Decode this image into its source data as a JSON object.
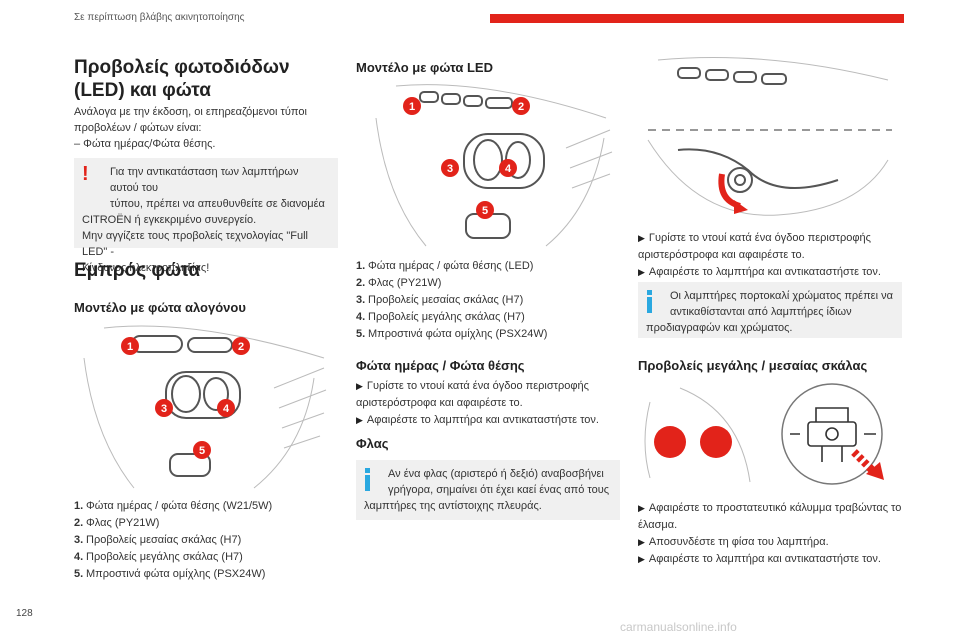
{
  "header": {
    "title": "Σε περίπτωση βλάβης ακινητοποίησης"
  },
  "page_number": "128",
  "watermark": "carmanualsonline.info",
  "col1": {
    "title": "Προβολείς φωτοδιόδων (LED) και φώτα",
    "intro1": "Ανάλογα με την έκδοση, οι επηρεαζόμενοι τύποι",
    "intro2": "προβολέων / φώτων είναι:",
    "intro3": "–  Φώτα ημέρας/Φώτα θέσης.",
    "warning": {
      "l1": "Για την αντικατάσταση των λαμπτήρων αυτού του",
      "l2": "τύπου, πρέπει να απευθυνθείτε σε διανομέα",
      "l3": "CITROËN ή εγκεκριμένο συνεργείο.",
      "l4": "Μην αγγίζετε τους προβολείς τεχνολογίας \"Full LED\" -",
      "l5": "Κίνδυνος ηλεκτροπληξίας!"
    },
    "section": "Εμπρός φώτα",
    "subsection": "Μοντέλο με φώτα αλογόνου",
    "callouts": [
      "1",
      "2",
      "3",
      "4",
      "5"
    ],
    "list": [
      {
        "n": "1.",
        "t": "Φώτα ημέρας / φώτα θέσης (W21/5W)"
      },
      {
        "n": "2.",
        "t": "Φλας (PY21W)"
      },
      {
        "n": "3.",
        "t": "Προβολείς μεσαίας σκάλας (H7)"
      },
      {
        "n": "4.",
        "t": "Προβολείς μεγάλης σκάλας (H7)"
      },
      {
        "n": "5.",
        "t": "Μπροστινά φώτα ομίχλης (PSX24W)"
      }
    ]
  },
  "col2": {
    "subsection": "Μοντέλο με φώτα LED",
    "callouts": [
      "1",
      "2",
      "3",
      "4",
      "5"
    ],
    "list": [
      {
        "n": "1.",
        "t": "Φώτα ημέρας / φώτα θέσης (LED)"
      },
      {
        "n": "2.",
        "t": "Φλας (PY21W)"
      },
      {
        "n": "3.",
        "t": "Προβολείς μεσαίας σκάλας (H7)"
      },
      {
        "n": "4.",
        "t": "Προβολείς μεγάλης σκάλας (H7)"
      },
      {
        "n": "5.",
        "t": "Μπροστινά φώτα ομίχλης (PSX24W)"
      }
    ],
    "day_title": "Φώτα ημέρας / Φώτα θέσης",
    "day_s1a": "Γυρίστε το ντουί κατά ένα όγδοο περιστροφής",
    "day_s1b": "αριστερόστροφα και αφαιρέστε το.",
    "day_s2": "Αφαιρέστε το λαμπτήρα και αντικαταστήστε τον.",
    "flas_title": "Φλας",
    "flas_info": {
      "l1": "Αν ένα φλας (αριστερό ή δεξιό) αναβοσβήνει",
      "l2": "γρήγορα, σημαίνει ότι έχει καεί ένας από τους",
      "l3": "λαμπτήρες της αντίστοιχης πλευράς."
    }
  },
  "col3": {
    "s1a": "Γυρίστε το ντουί κατά ένα όγδοο περιστροφής",
    "s1b": "αριστερόστροφα και αφαιρέστε το.",
    "s2": "Αφαιρέστε το λαμπτήρα και αντικαταστήστε τον.",
    "info": {
      "l1": "Οι λαμπτήρες πορτοκαλί χρώματος πρέπει να",
      "l2": "αντικαθίστανται από λαμπτήρες ίδιων",
      "l3": "προδιαγραφών και χρώματος."
    },
    "beam_title": "Προβολείς μεγάλης / μεσαίας σκάλας",
    "b1a": "Αφαιρέστε το προστατευτικό κάλυμμα τραβώντας το",
    "b1b": "έλασμα.",
    "b2": "Αποσυνδέστε τη φίσα του λαμπτήρα.",
    "b3": "Αφαιρέστε το λαμπτήρα και αντικαταστήστε τον."
  },
  "colors": {
    "accent": "#e2231a",
    "info": "#2aa8e0",
    "box_bg": "#f0f0f0"
  },
  "icons": {
    "step_arrow": "▶",
    "warning_icon": "!",
    "info_icon": "i"
  }
}
